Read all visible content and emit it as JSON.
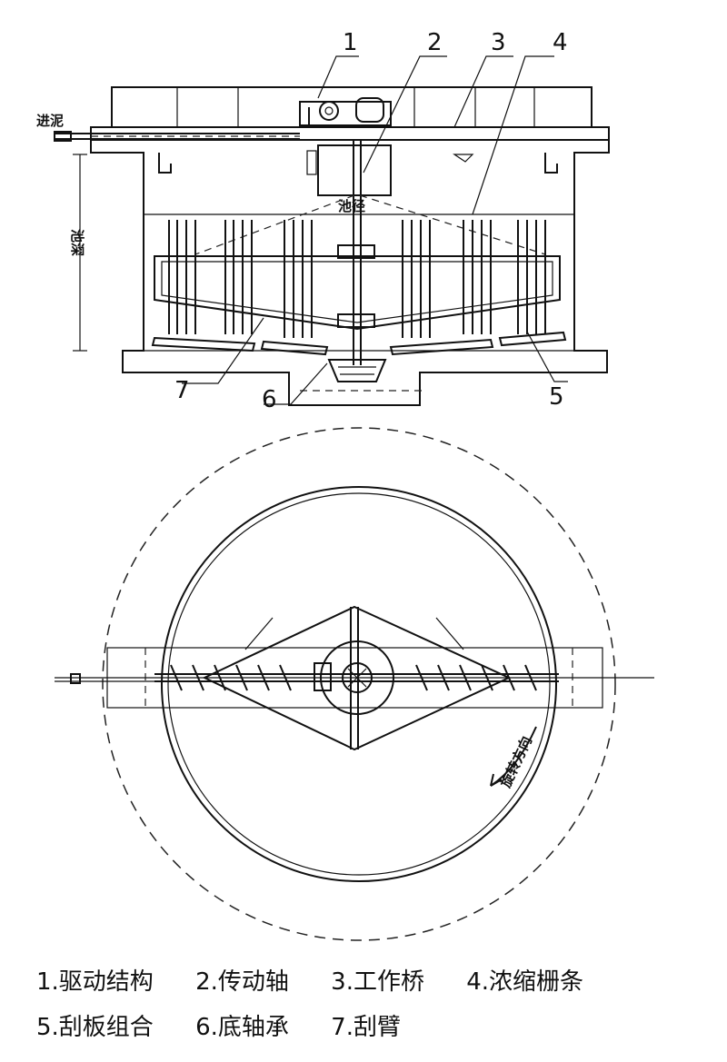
{
  "callouts": {
    "c1": "1",
    "c2": "2",
    "c3": "3",
    "c4": "4",
    "c5": "5",
    "c6": "6",
    "c7": "7"
  },
  "labels": {
    "inlet": "进泥",
    "diameter": "池径",
    "depth": "池深",
    "rotation": "旋转方向"
  },
  "legend": {
    "row1": [
      "1.驱动结构",
      "2.传动轴",
      "3.工作桥",
      "4.浓缩栅条"
    ],
    "row2": [
      "5.刮板组合",
      "6.底轴承",
      "7.刮臂"
    ]
  }
}
